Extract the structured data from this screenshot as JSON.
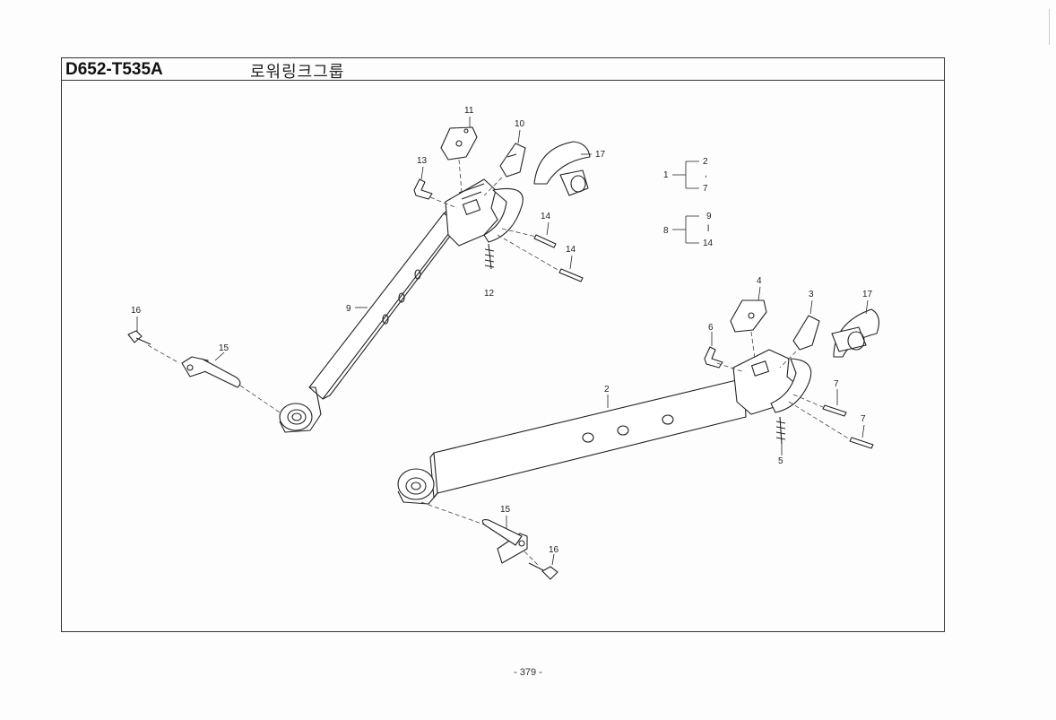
{
  "header": {
    "doc_code": "D652-T535A",
    "title": "로워링크그룹"
  },
  "callouts": {
    "p1": "1",
    "p2a": "2",
    "p2b": "2",
    "p3": "3",
    "p4": "4",
    "p5": "5",
    "p6": "6",
    "p7a": "7",
    "p7b": "7",
    "p7c": "7",
    "p8": "8",
    "p9a": "9",
    "p9b": "9",
    "p10": "10",
    "p11": "11",
    "p12": "12",
    "p13": "13",
    "p14a": "14",
    "p14b": "14",
    "p14c": "14",
    "p15a": "15",
    "p15b": "15",
    "p16a": "16",
    "p16b": "16",
    "p17a": "17",
    "p17b": "17",
    "sep1": ",",
    "sep8": "l"
  },
  "footer": {
    "page_number": "- 379 -"
  }
}
